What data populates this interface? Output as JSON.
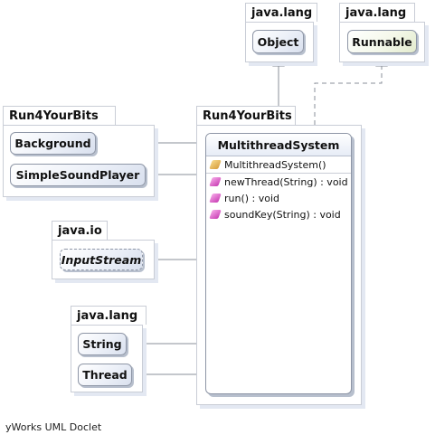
{
  "packages": {
    "object_pkg": "java.lang",
    "runnable_pkg": "java.lang",
    "left_pkg": "Run4YourBits",
    "main_pkg": "Run4YourBits",
    "io_pkg": "java.io",
    "lang_pkg": "java.lang"
  },
  "classes": {
    "object": "Object",
    "runnable": "Runnable",
    "background": "Background",
    "simple_sound_player": "SimpleSoundPlayer",
    "input_stream": "InputStream",
    "string": "String",
    "thread": "Thread"
  },
  "main_class": {
    "name": "MultithreadSystem",
    "constructor": "MultithreadSystem()",
    "methods": [
      "newThread(String) : void",
      "run() : void",
      "soundKey(String) : void"
    ]
  },
  "footer": "yWorks UML Doclet"
}
